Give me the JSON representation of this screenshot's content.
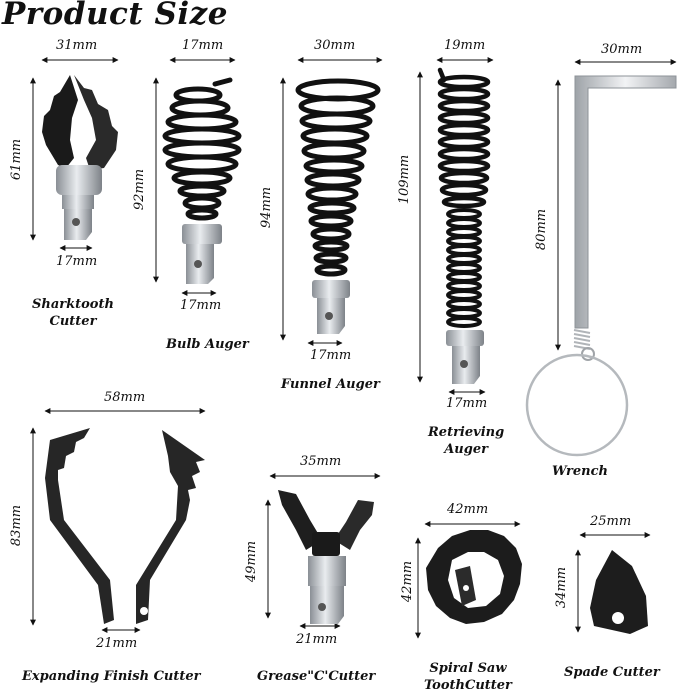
{
  "title": "Product Size",
  "items": [
    {
      "name": "Sharktooth Cutter",
      "width": "31mm",
      "height": "61mm",
      "base": "17mm"
    },
    {
      "name": "Bulb Auger",
      "width": "17mm",
      "height": "92mm",
      "base": "17mm"
    },
    {
      "name": "Funnel Auger",
      "width": "30mm",
      "height": "94mm",
      "base": "17mm"
    },
    {
      "name": "Retrieving Auger",
      "width": "19mm",
      "height": "109mm",
      "base": "17mm"
    },
    {
      "name": "Wrench",
      "width": "30mm",
      "height": "80mm"
    },
    {
      "name": "Expanding Finish Cutter",
      "width": "58mm",
      "height": "83mm",
      "base": "21mm"
    },
    {
      "name": "Grease\"C'Cutter",
      "width": "35mm",
      "height": "49mm",
      "base": "21mm"
    },
    {
      "name": "Spiral Saw ToothCutter",
      "width": "42mm",
      "height": "42mm"
    },
    {
      "name": "Spade Cutter",
      "width": "25mm",
      "height": "34mm"
    }
  ],
  "labels": {
    "sharktooth_line1": "Sharktooth",
    "sharktooth_line2": "Cutter",
    "retrieving_line1": "Retrieving",
    "retrieving_line2": "Auger",
    "spiral_line1": "Spiral Saw",
    "spiral_line2": "ToothCutter"
  }
}
